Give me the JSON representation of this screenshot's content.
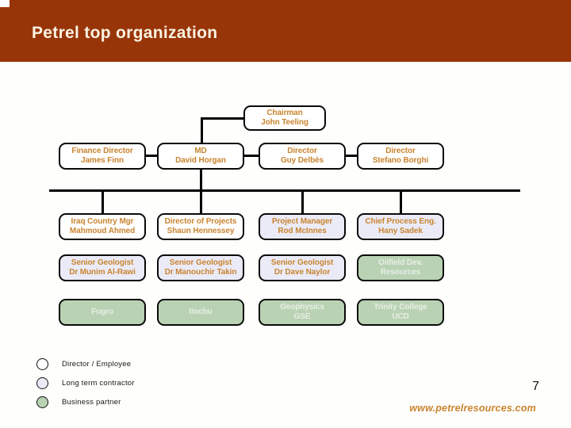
{
  "slide": {
    "title": "Petrel top organization",
    "page_number": "7",
    "footer_url": "www.petrelresources.com"
  },
  "colors": {
    "header_bg": "#983508",
    "title_text": "#fbf3e3",
    "box_text_orange": "#c9842f",
    "employee_fill": "#ffffff",
    "contractor_fill": "#ebebf7",
    "partner_fill": "#b9d2b4",
    "partner_text": "#e7efe5",
    "connector": "#000000"
  },
  "org_chart": {
    "chairman": {
      "line1": "Chairman",
      "line2": "John Teeling",
      "type": "employee"
    },
    "rows": [
      {
        "boxes": [
          {
            "line1": "Finance Director",
            "line2": "James Finn",
            "type": "employee"
          },
          {
            "line1": "MD",
            "line2": "David Horgan",
            "type": "employee"
          },
          {
            "line1": "Director",
            "line2": "Guy Delbès",
            "type": "employee"
          },
          {
            "line1": "Director",
            "line2": "Stefano Borghi",
            "type": "employee"
          }
        ]
      },
      {
        "boxes": [
          {
            "line1": "Iraq Country Mgr",
            "line2": "Mahmoud Ahmed",
            "type": "employee"
          },
          {
            "line1": "Director of Projects",
            "line2": "Shaun Hennessey",
            "type": "employee"
          },
          {
            "line1": "Project Manager",
            "line2": "Rod McInnes",
            "type": "contractor"
          },
          {
            "line1": "Chief Process Eng.",
            "line2": "Hany Sadek",
            "type": "contractor"
          }
        ]
      },
      {
        "boxes": [
          {
            "line1": "Senior Geologist",
            "line2": "Dr Munim Al-Rawi",
            "type": "contractor"
          },
          {
            "line1": "Senior Geologist",
            "line2": "Dr Manouchir Takin",
            "type": "contractor"
          },
          {
            "line1": "Senior Geologist",
            "line2": "Dr Dave Naylor",
            "type": "contractor"
          },
          {
            "line1": "Oilfield Dev.",
            "line2": "Resources",
            "type": "partner"
          }
        ]
      },
      {
        "boxes": [
          {
            "line1": "Fugro",
            "line2": "",
            "type": "partner"
          },
          {
            "line1": "Itochu",
            "line2": "",
            "type": "partner"
          },
          {
            "line1": "Geophysics",
            "line2": "GSE",
            "type": "partner"
          },
          {
            "line1": "Trinity College",
            "line2": "UCD",
            "type": "partner"
          }
        ]
      }
    ]
  },
  "legend": {
    "items": [
      {
        "label": "Director / Employee",
        "type": "employee"
      },
      {
        "label": "Long term contractor",
        "type": "contractor"
      },
      {
        "label": "Business partner",
        "type": "partner"
      }
    ]
  }
}
